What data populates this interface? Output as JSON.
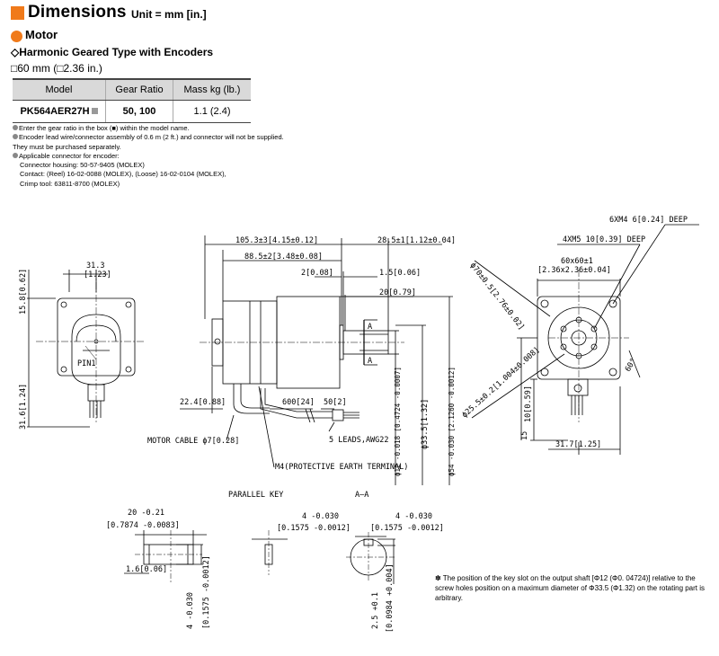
{
  "header": {
    "title": "Dimensions",
    "unit": "Unit = mm [in.]"
  },
  "section": {
    "motor_label": "Motor",
    "type_line": "◇Harmonic Geared Type with Encoders",
    "size_line": "□60 mm (□2.36 in.)"
  },
  "spec_table": {
    "headers": [
      "Model",
      "Gear Ratio",
      "Mass kg (lb.)"
    ],
    "row": {
      "model": "PK564AER27H",
      "gear_ratio": "50, 100",
      "mass": "1.1 (2.4)"
    }
  },
  "notes": {
    "n1": "Enter the gear ratio in the box (■) within the model name.",
    "n2": "Encoder lead wire/connector assembly of 0.6 m (2 ft.) and connector will not be supplied.",
    "n3": "They must be purchased separately.",
    "n4": "Applicable connector for encoder:",
    "n5": "Connector housing: 50-57-9405 (MOLEX)",
    "n6": "Contact: (Reel) 16-02-0088 (MOLEX), (Loose) 16-02-0104 (MOLEX),",
    "n7": "Crimp tool: 63811-8700 (MOLEX)"
  },
  "drawing": {
    "front": {
      "w": "31.3",
      "w_in": "[1.23]",
      "h_top": "15.8[0.62]",
      "h_bottom": "31.6[1.24]",
      "pin": "PIN1"
    },
    "side": {
      "overall": "105.3±3[4.15±0.12]",
      "body": "88.5±2[3.48±0.08]",
      "shaft": "28.5±1[1.12±0.04]",
      "flange": "2[0.08]",
      "pilot": "1.5[0.06]",
      "key_len": "20[0.79]",
      "section_a": "A",
      "enc": "22.4[0.88]",
      "cable": "600[24]",
      "strip": "50[2]",
      "leads": "5 LEADS,AWG22",
      "motor_cable": "MOTOR CABLE ϕ7[0.28]",
      "earth": "M4(PROTECTIVE EARTH TERMINAL)",
      "d_shaft": "ϕ12 -0.018 [0.4724 -0.0007]",
      "d_body": "ϕ33.5[1.32]",
      "d_pilot": "ϕ54 -0.030 [2.1260 -0.0012]"
    },
    "flange_view": {
      "holes1": "6XM4 6[0.24] DEEP",
      "holes2": "4XM5 10[0.39] DEEP",
      "pcd": "ϕ70±0.5[2.76±0.02]",
      "square": "60x60±1",
      "square_in": "[2.36x2.36±0.04]",
      "circle": "ϕ25.5±0.2[1.004±0.008]",
      "angle": "60°",
      "h1": "10[0.59]",
      "h2": "15",
      "w": "31.7[1.25]"
    },
    "key": {
      "title": "PARALLEL KEY",
      "len": "20 -0.21",
      "len_in": "[0.7874 -0.0083]",
      "chamfer": "1.6[0.06]",
      "h": "4 -0.030",
      "h_in": "[0.1575 -0.0012]",
      "w": "4 -0.030",
      "w_in": "[0.1575 -0.0012]"
    },
    "section_aa": {
      "title": "A–A",
      "w": "4 -0.030",
      "w_in": "[0.1575 -0.0012]",
      "depth": "2.5 +0.1",
      "depth_in": "[0.0984 +0.004]"
    }
  },
  "footnote": "✽ The position of the key slot on the output shaft [Φ12 (Φ0. 04724)] relative to the screw holes position on a maximum diameter of Φ33.5 (Φ1.32) on the rotating part is arbitrary."
}
